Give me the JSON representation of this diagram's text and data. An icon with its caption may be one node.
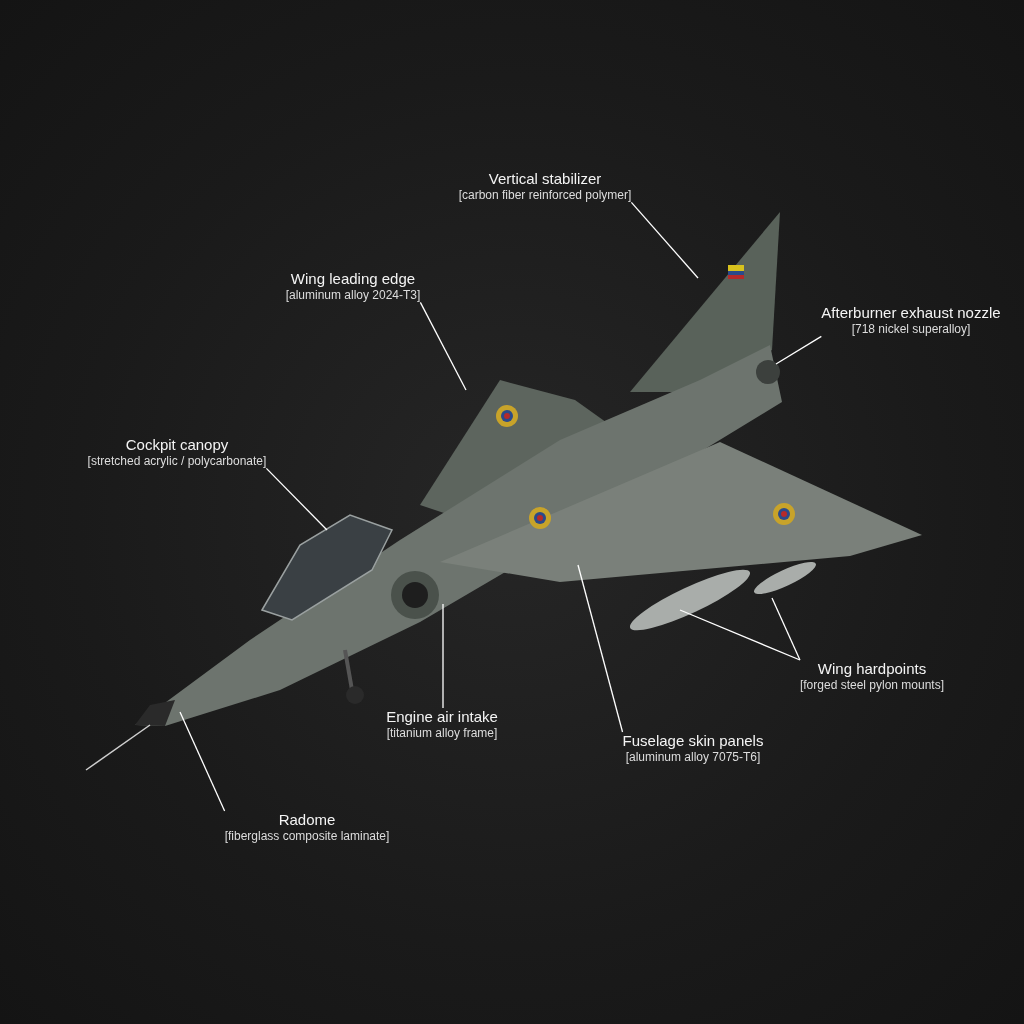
{
  "diagram": {
    "nodes": [
      {
        "text": [
          "Vertical stabilizer",
          "[carbon fiber reinforced polymer]"
        ]
      },
      {
        "text": [
          "Wing leading edge",
          "[aluminum alloy 2024-T3]"
        ]
      },
      {
        "text": [
          "Afterburner exhaust nozzle",
          "[718 nickel superalloy]"
        ]
      },
      {
        "text": [
          "Cockpit canopy",
          "[stretched acrylic / polycarbonate]"
        ]
      },
      {
        "text": [
          "Wing hardpoints",
          "[forged steel pylon mounts]"
        ]
      },
      {
        "text": [
          "Engine air intake",
          "[titanium alloy frame]"
        ]
      },
      {
        "text": [
          "Fuselage skin panels",
          "[aluminum alloy 7075-T6]"
        ]
      },
      {
        "text": [
          "Radome",
          "[fiberglass composite laminate]"
        ]
      }
    ],
    "edges": [
      {
        "from": 0,
        "to": null,
        "arrow": "none"
      },
      {
        "from": 1,
        "to": null,
        "arrow": "none"
      },
      {
        "from": 2,
        "to": null,
        "arrow": "none"
      },
      {
        "from": 3,
        "to": null,
        "arrow": "none"
      },
      {
        "from": 4,
        "to": null,
        "arrow": "none"
      },
      {
        "from": 4,
        "to": null,
        "arrow": "none"
      },
      {
        "from": 5,
        "to": null,
        "arrow": "none"
      },
      {
        "from": 6,
        "to": null,
        "arrow": "none"
      },
      {
        "from": 7,
        "to": null,
        "arrow": "none"
      }
    ]
  }
}
